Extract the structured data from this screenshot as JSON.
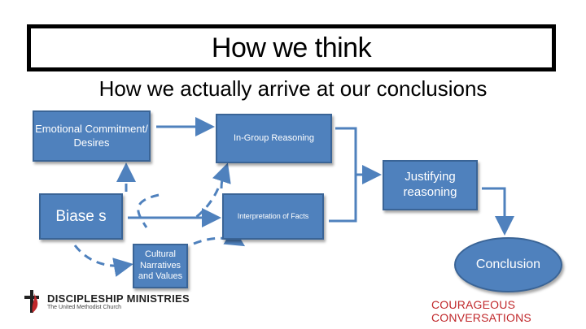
{
  "title": "How we think",
  "subtitle": "How we actually arrive at our conclusions",
  "nodes": {
    "emotional": "Emotional Commitment/ Desires",
    "ingroup": "In-Group Reasoning",
    "biases": "Biase s",
    "interpretation": "Interpretation of Facts",
    "cultural": "Cultural Narratives and Values",
    "justifying": "Justifying reasoning",
    "conclusion": "Conclusion"
  },
  "footer": {
    "left_name": "DISCIPLESHIP MINISTRIES",
    "left_sub": "The United Methodist Church",
    "right_text": "COURAGEOUS CONVERSATIONS"
  },
  "colors": {
    "node_fill": "#4f81bd",
    "node_border": "#3a6496",
    "footer_accent": "#c0282b"
  }
}
